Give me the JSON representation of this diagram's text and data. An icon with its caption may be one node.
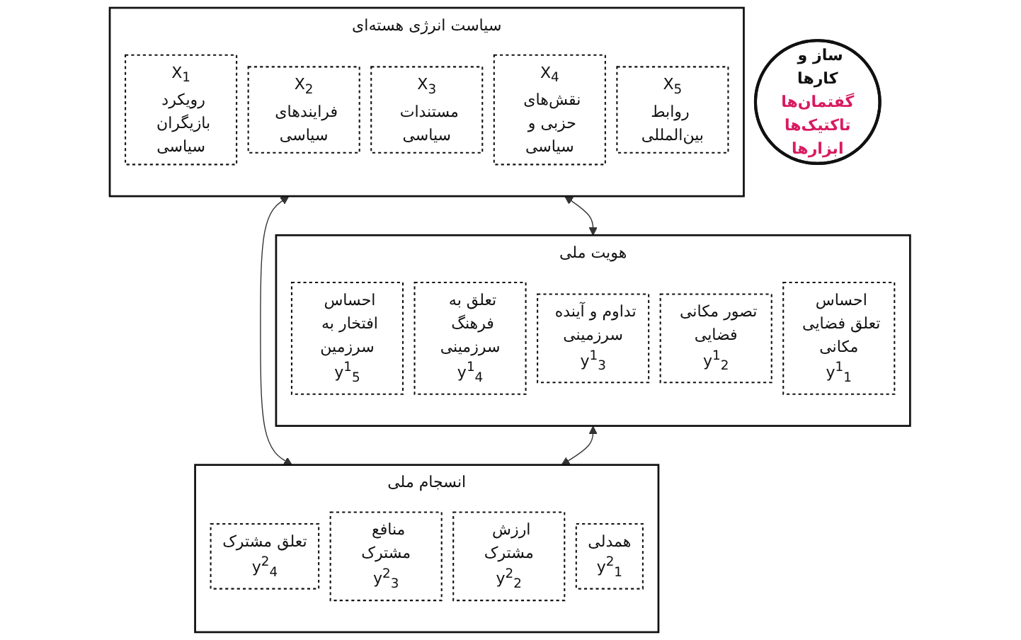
{
  "diagram": {
    "nodes": [
      {
        "text": [
          "سیاست انرژی هسته‌ای"
        ]
      },
      {
        "text": [
          "X$_{1}$",
          "رویکرد بازیگران سیاسی"
        ],
        "in": 0
      },
      {
        "text": [
          "X$_{2}$",
          "فرایندهای سیاسی"
        ],
        "in": 0
      },
      {
        "text": [
          "X$_{3}$",
          "مستندات سیاسی"
        ],
        "in": 0
      },
      {
        "text": [
          "X$_{4}$",
          "نقش‌های حزبی و سیاسی"
        ],
        "in": 0
      },
      {
        "text": [
          "X$_{5}$",
          "روابط بین‌المللی"
        ],
        "in": 0
      },
      {
        "text": [
          "ساز و کارها",
          "گفتمان‌ها",
          "تاکتیک‌ها",
          "ابزارها"
        ]
      },
      {
        "text": [
          "هویت ملی"
        ]
      },
      {
        "text": [
          "احساس افتخار به سرزمین",
          "y$^{1}$$_{5}$"
        ],
        "in": 7
      },
      {
        "text": [
          "تعلق به فرهنگ سرزمینی",
          "y$^{1}$$_{4}$"
        ],
        "in": 7
      },
      {
        "text": [
          "تداوم و آینده سرزمینی",
          "y$^{1}$$_{3}$"
        ],
        "in": 7
      },
      {
        "text": [
          "تصور مکانی فضایی",
          "y$^{1}$$_{2}$"
        ],
        "in": 7
      },
      {
        "text": [
          "احساس تعلق فضایی مکانی",
          "y$^{1}$$_{1}$"
        ],
        "in": 7
      },
      {
        "text": [
          "انسجام ملی"
        ]
      },
      {
        "text": [
          "تعلق مشترک",
          "y$^{2}$$_{4}$"
        ],
        "in": 13
      },
      {
        "text": [
          "منافع مشترک",
          "y$^{2}$$_{3}$"
        ],
        "in": 13
      },
      {
        "text": [
          "ارزش مشترک",
          "y$^{2}$$_{2}$"
        ],
        "in": 13
      },
      {
        "text": [
          "همدلی",
          "y$^{2}$$_{1}$"
        ],
        "in": 13
      }
    ],
    "edges": [
      {
        "from": 0,
        "to": 7,
        "arrow": "both"
      },
      {
        "from": 0,
        "to": 13,
        "arrow": "both"
      },
      {
        "from": 7,
        "to": 13,
        "arrow": "both"
      }
    ]
  }
}
